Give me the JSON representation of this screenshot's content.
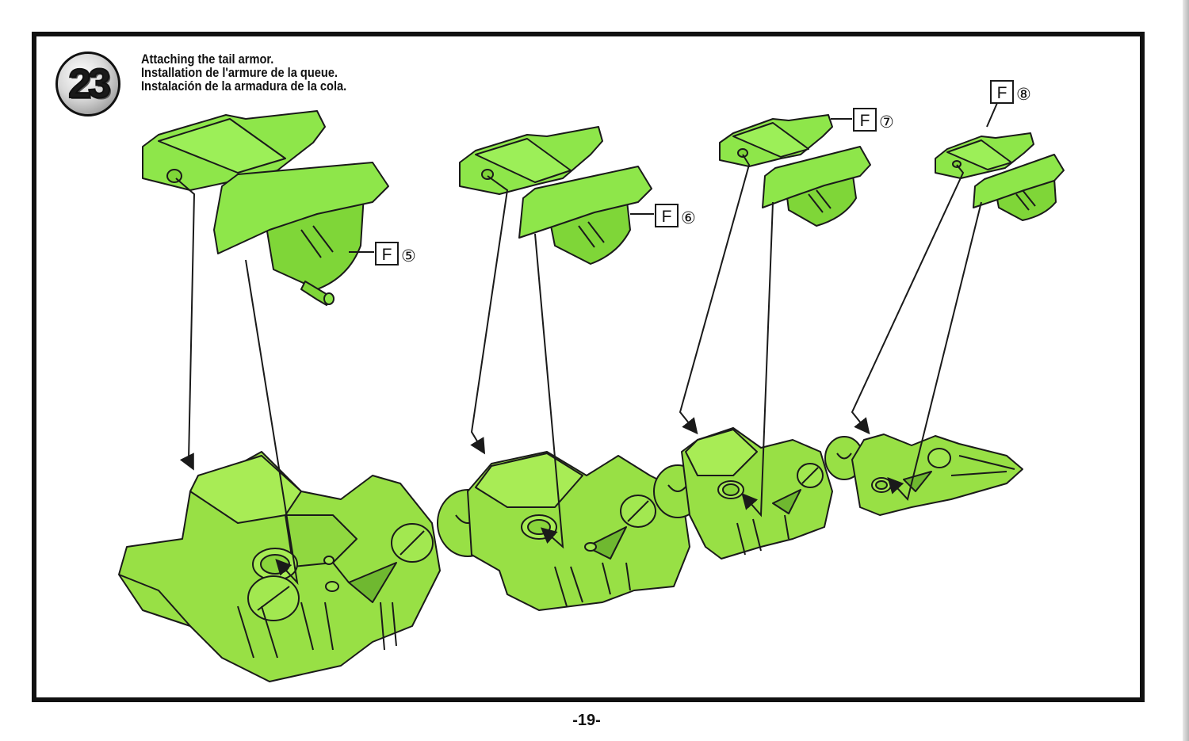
{
  "step": {
    "number": "23",
    "title_en": "Attaching the tail armor.",
    "title_fr": "Installation de l'armure de la queue.",
    "title_es": "Instalación de la armadura de la cola."
  },
  "parts": [
    {
      "tree": "F",
      "number": "⑤"
    },
    {
      "tree": "F",
      "number": "⑥"
    },
    {
      "tree": "F",
      "number": "⑦"
    },
    {
      "tree": "F",
      "number": "⑧"
    }
  ],
  "colors": {
    "part_green": "#8ce63a",
    "tail_green": "#9be04a",
    "outline": "#1a1a1a",
    "frame": "#111111"
  },
  "page_number": "-19-"
}
